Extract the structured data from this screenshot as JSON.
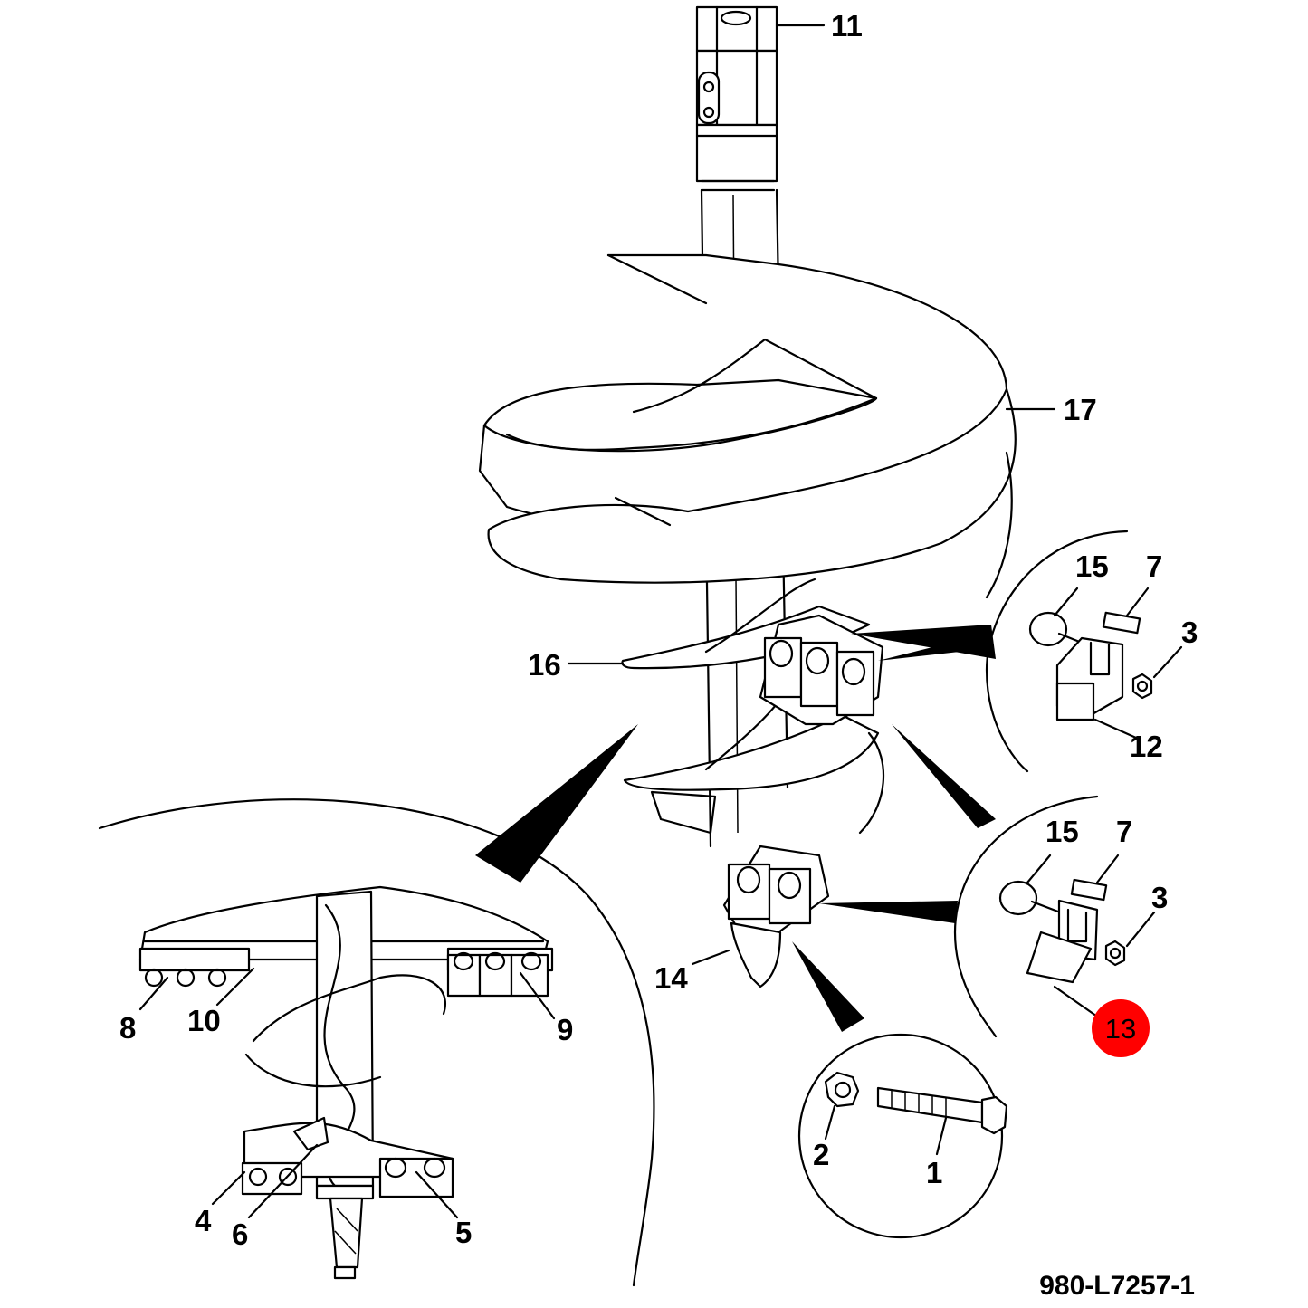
{
  "callouts": [
    {
      "id": "11",
      "label": "11"
    },
    {
      "id": "17",
      "label": "17"
    },
    {
      "id": "16",
      "label": "16"
    },
    {
      "id": "14",
      "label": "14"
    },
    {
      "id": "15a",
      "label": "15"
    },
    {
      "id": "7a",
      "label": "7"
    },
    {
      "id": "3a",
      "label": "3"
    },
    {
      "id": "12",
      "label": "12"
    },
    {
      "id": "15b",
      "label": "15"
    },
    {
      "id": "7b",
      "label": "7"
    },
    {
      "id": "3b",
      "label": "3"
    },
    {
      "id": "13",
      "label": "13"
    },
    {
      "id": "2",
      "label": "2"
    },
    {
      "id": "1",
      "label": "1"
    },
    {
      "id": "8",
      "label": "8"
    },
    {
      "id": "10",
      "label": "10"
    },
    {
      "id": "9",
      "label": "9"
    },
    {
      "id": "4",
      "label": "4"
    },
    {
      "id": "6",
      "label": "6"
    },
    {
      "id": "5",
      "label": "5"
    }
  ],
  "highlight": {
    "label": "13",
    "color": "#ff0000"
  },
  "reference_code": "980-L7257-1",
  "colors": {
    "line": "#000000",
    "background": "#ffffff"
  }
}
